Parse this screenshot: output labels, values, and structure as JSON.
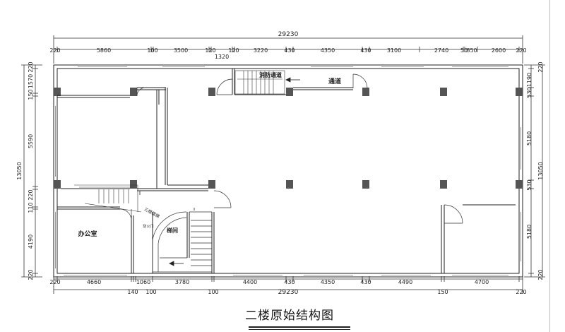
{
  "title": "二楼原始结构图",
  "top_dims": {
    "total": "29230",
    "segments": [
      "220",
      "5860",
      "100",
      "3500",
      "120",
      "1320",
      "120",
      "3220",
      "430",
      "4350",
      "430",
      "3100",
      "2740",
      "50",
      "850",
      "2600",
      "220"
    ]
  },
  "bottom_dims": {
    "total": "29230",
    "segments": [
      "220",
      "4660",
      "140",
      "100",
      "1060",
      "3780",
      "100",
      "4400",
      "430",
      "4350",
      "430",
      "4490",
      "150",
      "4700",
      "220"
    ]
  },
  "left_dims": {
    "total": "13050",
    "segments": [
      "220",
      "1570",
      "150",
      "5590",
      "220",
      "110",
      "4190",
      "220"
    ]
  },
  "right_dims": {
    "total": "13050",
    "segments": [
      "220",
      "1190",
      "530",
      "5180",
      "530",
      "5180",
      "220"
    ]
  },
  "rooms": {
    "fire_passage": "消防通道",
    "passage": "通道",
    "office": "办公室",
    "stair_room": "梯间",
    "stair_note": "三楼楼梯",
    "door_note": "防火门"
  }
}
